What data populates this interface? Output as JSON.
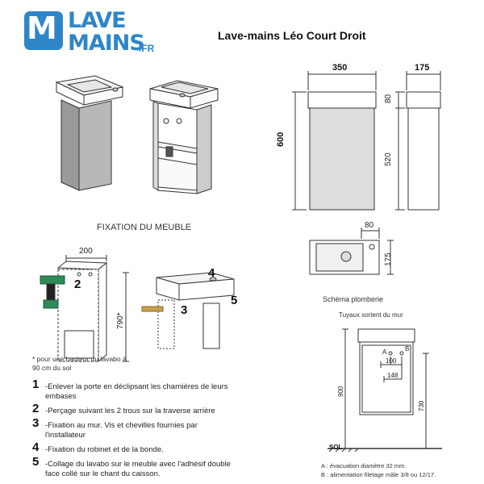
{
  "brand": {
    "logo_letter": "M",
    "line1": "LAVE",
    "line2": "MAINS",
    "suffix": ".FR",
    "color": "#2e86c8"
  },
  "title": "Lave-mains Léo Court Droit",
  "dimensions": {
    "width": "350",
    "depth": "175",
    "height": "600",
    "basin_height": "80",
    "cabinet_height": "520",
    "tap_offset": "80",
    "top_depth": "175"
  },
  "fixation": {
    "heading": "FIXATION DU MEUBLE",
    "dim_200": "200",
    "dim_790": "790*",
    "note": "* pour une hauteur du lavabo à 90 cm du sol",
    "callouts": [
      "2",
      "3",
      "4",
      "5"
    ]
  },
  "steps": [
    {
      "num": "1",
      "text": "-Enlever la porte en déclipsant les charnières de leurs embases"
    },
    {
      "num": "2",
      "text": "-Perçage suivant les 2 trous sur la traverse arrière"
    },
    {
      "num": "3",
      "text": "-Fixation au mur. Vis et chevilles fournies par l'installateur"
    },
    {
      "num": "4",
      "text": "-Fixation du robinet et de la bonde."
    },
    {
      "num": "5",
      "text": "-Collage du lavabo sur le meuble avec l'adhésif double face collé sur le chant du caisson."
    }
  ],
  "plumbing": {
    "title": "Schéma plomberie",
    "subtitle": "Tuyaux sortent du mur",
    "label_a": "A",
    "label_b": "B",
    "dim_100": "100",
    "dim_148": "148",
    "dim_900": "900",
    "dim_730": "730",
    "floor": "SOL",
    "legend_a": "A : évacuation diamètre 32 mm.",
    "legend_b": "B : alimentation filetage mâle 3/8 ou 12/17."
  }
}
